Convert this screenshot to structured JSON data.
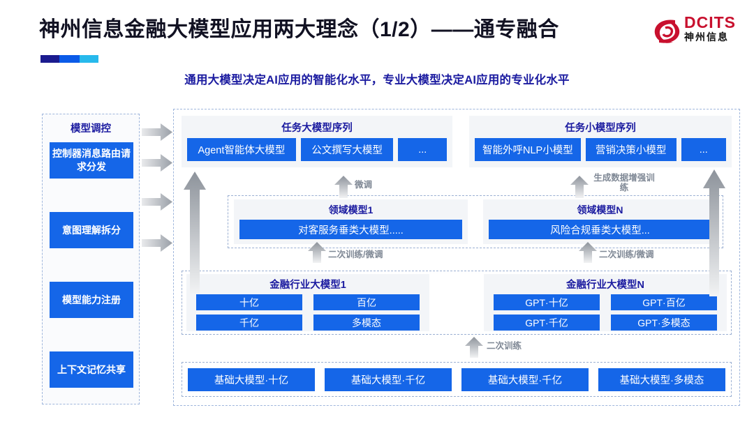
{
  "header": {
    "title": "神州信息金融大模型应用两大理念（1/2）——通专融合",
    "subtitle": "通用大模型决定AI应用的智能化水平，专业大模型决定AI应用的专业化水平",
    "logo_en": "DCITS",
    "logo_cn": "神州信息",
    "accent_colors": [
      "#1B1B8F",
      "#0B5BE8",
      "#27B9EC"
    ]
  },
  "colors": {
    "chip_blue": "#1566E8",
    "heading_navy": "#1B1BA0",
    "dash_border": "#9FB6DC",
    "panel_gray": "#F3F5F8",
    "arrow_gray": "#9AA0A8",
    "logo_red": "#C8102E"
  },
  "left_panel": {
    "title": "模型调控",
    "items": [
      {
        "label": "控制器消息路由请求分发"
      },
      {
        "label": "意图理解拆分"
      },
      {
        "label": "模型能力注册"
      },
      {
        "label": "上下文记忆共享"
      }
    ]
  },
  "task_sequences": [
    {
      "title": "任务大模型序列",
      "chips": [
        "Agent智能体大模型",
        "公文撰写大模型",
        "..."
      ]
    },
    {
      "title": "任务小模型序列",
      "chips": [
        "智能外呼NLP小模型",
        "营销决策小模型",
        "..."
      ]
    }
  ],
  "domain_models": [
    {
      "title": "领域模型1",
      "chip": "对客服务垂类大模型....."
    },
    {
      "title": "领域模型N",
      "chip": "风险合规垂类大模型..."
    }
  ],
  "industry_models": [
    {
      "title": "金融行业大模型1",
      "chips": [
        "十亿",
        "百亿",
        "千亿",
        "多模态"
      ]
    },
    {
      "title": "金融行业大模型N",
      "chips": [
        "GPT·十亿",
        "GPT·百亿",
        "GPT·千亿",
        "GPT·多模态"
      ]
    }
  ],
  "base_models": [
    "基础大模型·十亿",
    "基础大模型·千亿",
    "基础大模型·千亿",
    "基础大模型·多模态"
  ],
  "arrow_labels": {
    "fine_tune": "微调",
    "data_aug": "生成数据增强训练",
    "retrain_tune_left": "二次训练/微调",
    "retrain_tune_right": "二次训练/微调",
    "retrain": "二次训练"
  }
}
